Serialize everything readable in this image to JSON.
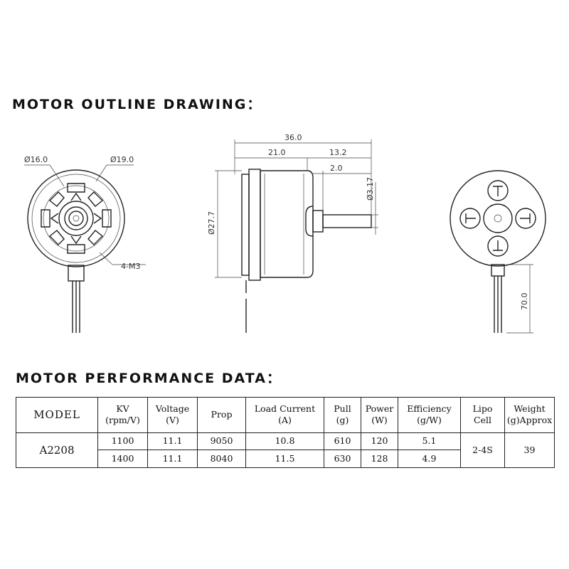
{
  "outline_title": "MOTOR OUTLINE DRAWING：",
  "performance_title": "MOTOR PERFORMANCE DATA：",
  "dimensions": {
    "front_inner_dia": "Ø16.0",
    "front_outer_dia": "Ø19.0",
    "mount_holes": "4-M3",
    "total_length": "36.0",
    "body_length": "21.0",
    "shaft_length": "13.2",
    "shoulder": "2.0",
    "shaft_dia": "Ø3.17",
    "body_dia": "Ø27.7",
    "lead_length": "70.0"
  },
  "table": {
    "headers": {
      "model": "MODEL",
      "kv": [
        "KV",
        "(rpm/V)"
      ],
      "voltage": [
        "Voltage",
        "(V)"
      ],
      "prop": [
        "Prop"
      ],
      "load_current": [
        "Load Current",
        "(A)"
      ],
      "pull": [
        "Pull",
        "(g)"
      ],
      "power": [
        "Power",
        "(W)"
      ],
      "efficiency": [
        "Efficiency",
        "(g/W)"
      ],
      "lipo": [
        "Lipo",
        "Cell"
      ],
      "weight": [
        "Weight",
        "(g)Approx"
      ]
    },
    "model": "A2208",
    "lipo_cell": "2-4S",
    "weight": "39",
    "rows": [
      {
        "kv": "1100",
        "voltage": "11.1",
        "prop": "9050",
        "load_current": "10.8",
        "pull": "610",
        "power": "120",
        "efficiency": "5.1"
      },
      {
        "kv": "1400",
        "voltage": "11.1",
        "prop": "8040",
        "load_current": "11.5",
        "pull": "630",
        "power": "128",
        "efficiency": "4.9"
      }
    ]
  }
}
